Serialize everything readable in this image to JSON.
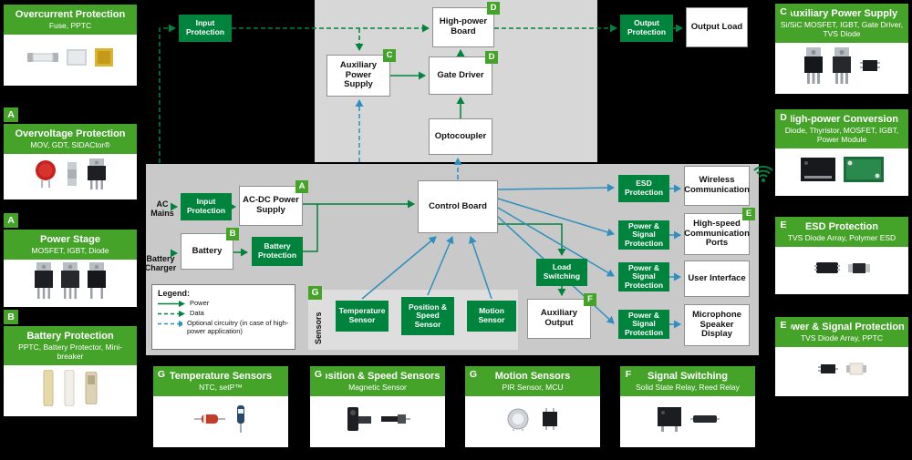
{
  "cards": {
    "left": [
      {
        "badge": "",
        "title": "Overcurrent Protection",
        "subtitle": "Fuse, PPTC"
      },
      {
        "badge": "A",
        "title": "Overvoltage Protection",
        "subtitle": "MOV, GDT, SIDACtor®"
      },
      {
        "badge": "A",
        "title": "Power Stage",
        "subtitle": "MOSFET, IGBT, Diode"
      },
      {
        "badge": "B",
        "title": "Battery Protection",
        "subtitle": "PPTC, Battery Protector, Mini-breaker"
      }
    ],
    "right": [
      {
        "badge": "C",
        "title": "Auxiliary Power Supply",
        "subtitle": "Si/SiC MOSFET, IGBT, Gate Driver, TVS Diode"
      },
      {
        "badge": "D",
        "title": "High-power Conversion",
        "subtitle": "Diode, Thyristor, MOSFET, IGBT, Power Module"
      },
      {
        "badge": "E",
        "title": "ESD Protection",
        "subtitle": "TVS Diode Array, Polymer ESD"
      },
      {
        "badge": "E",
        "title": "Power & Signal Protection",
        "subtitle": "TVS Diode Array, PPTC"
      }
    ],
    "bottom": [
      {
        "badge": "G",
        "title": "Temperature Sensors",
        "subtitle": "NTC, setP™"
      },
      {
        "badge": "G",
        "title": "Position & Speed Sensors",
        "subtitle": "Magnetic Sensor"
      },
      {
        "badge": "G",
        "title": "Motion Sensors",
        "subtitle": "PIR Sensor, MCU"
      },
      {
        "badge": "F",
        "title": "Signal Switching",
        "subtitle": "Solid State Relay, Reed Relay"
      }
    ]
  },
  "nodes": {
    "input_protection_top": {
      "label": "Input Protection"
    },
    "high_power_board": {
      "label": "High-power Board",
      "badge": "D"
    },
    "aux_power_supply": {
      "label": "Auxiliary Power Supply",
      "badge": "C"
    },
    "gate_driver": {
      "label": "Gate Driver",
      "badge": "D"
    },
    "optocoupler": {
      "label": "Optocoupler"
    },
    "output_protection_top": {
      "label": "Output Protection"
    },
    "output_load": {
      "label": "Output Load"
    },
    "input_protection_main": {
      "label": "Input Protection"
    },
    "acdc": {
      "label": "AC-DC Power Supply",
      "badge": "A"
    },
    "battery": {
      "label": "Battery",
      "badge": "B"
    },
    "battery_protection": {
      "label": "Battery Protection"
    },
    "control_board": {
      "label": "Control Board"
    },
    "load_switching": {
      "label": "Load Switching"
    },
    "aux_output": {
      "label": "Auxiliary Output",
      "badge": "F"
    },
    "esd_protection": {
      "label": "ESD Protection"
    },
    "psp1": {
      "label": "Power & Signal Protection"
    },
    "psp2": {
      "label": "Power & Signal Protection"
    },
    "psp3": {
      "label": "Power & Signal Protection"
    },
    "wireless": {
      "label": "Wireless Communication"
    },
    "hs_ports": {
      "label": "High-speed Communication Ports",
      "badge": "E"
    },
    "user_interface": {
      "label": "User Interface"
    },
    "mic_speaker": {
      "label": "Microphone Speaker Display"
    },
    "temp_sensor": {
      "label": "Temperature Sensor"
    },
    "pos_speed_sensor": {
      "label": "Position & Speed Sensor"
    },
    "motion_sensor": {
      "label": "Motion Sensor"
    }
  },
  "labels": {
    "ac_mains": "AC Mains",
    "battery_charger": "Battery Charger",
    "sensors": "Sensors",
    "sensors_badge": "G"
  },
  "legend": {
    "title": "Legend:",
    "power": "Power",
    "data": "Data",
    "optional": "Optional circuitry (in case of high-power application)"
  },
  "colors": {
    "brand_green": "#46a32a",
    "node_green": "#00833c",
    "optional_blue": "#2e8fc0",
    "panel_gray": "#c8c9c8"
  }
}
